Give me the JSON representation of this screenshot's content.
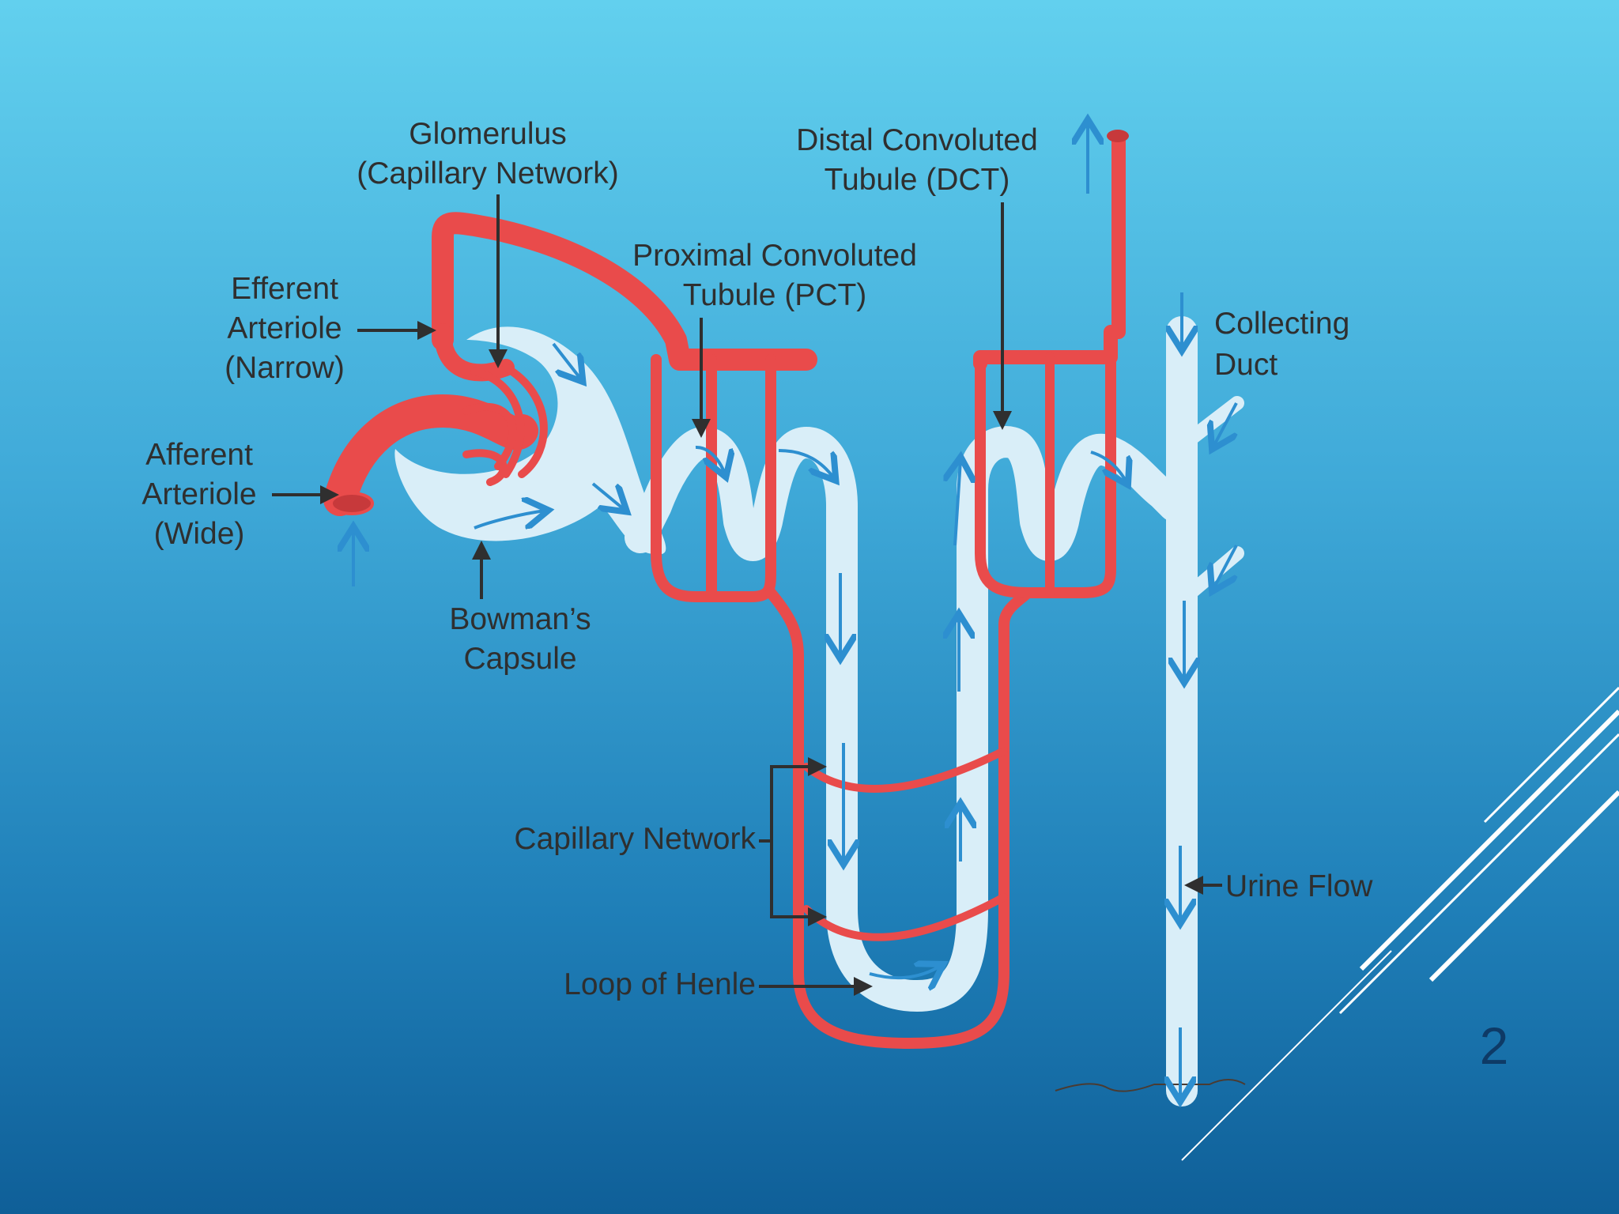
{
  "labels": {
    "glomerulus": [
      "Glomerulus",
      "(Capillary Network)"
    ],
    "dct": [
      "Distal Convoluted",
      "Tubule (DCT)"
    ],
    "pct": [
      "Proximal Convoluted",
      "Tubule (PCT)"
    ],
    "efferent": [
      "Efferent",
      "Arteriole",
      "(Narrow)"
    ],
    "afferent": [
      "Afferent",
      "Arteriole",
      "(Wide)"
    ],
    "collecting_duct": [
      "Collecting",
      "Duct"
    ],
    "bowmans": [
      "Bowman’s",
      "Capsule"
    ],
    "capillary_network": "Capillary Network",
    "urine_flow": "Urine Flow",
    "loop_of_henle": "Loop of Henle"
  },
  "page_number": "2",
  "colors": {
    "vessel": "#e94b4b",
    "tubule": "#d9eef8",
    "flow_arrow": "#2d8fd0",
    "label_text": "#2f2f2f",
    "page_number": "#0e3a66"
  }
}
